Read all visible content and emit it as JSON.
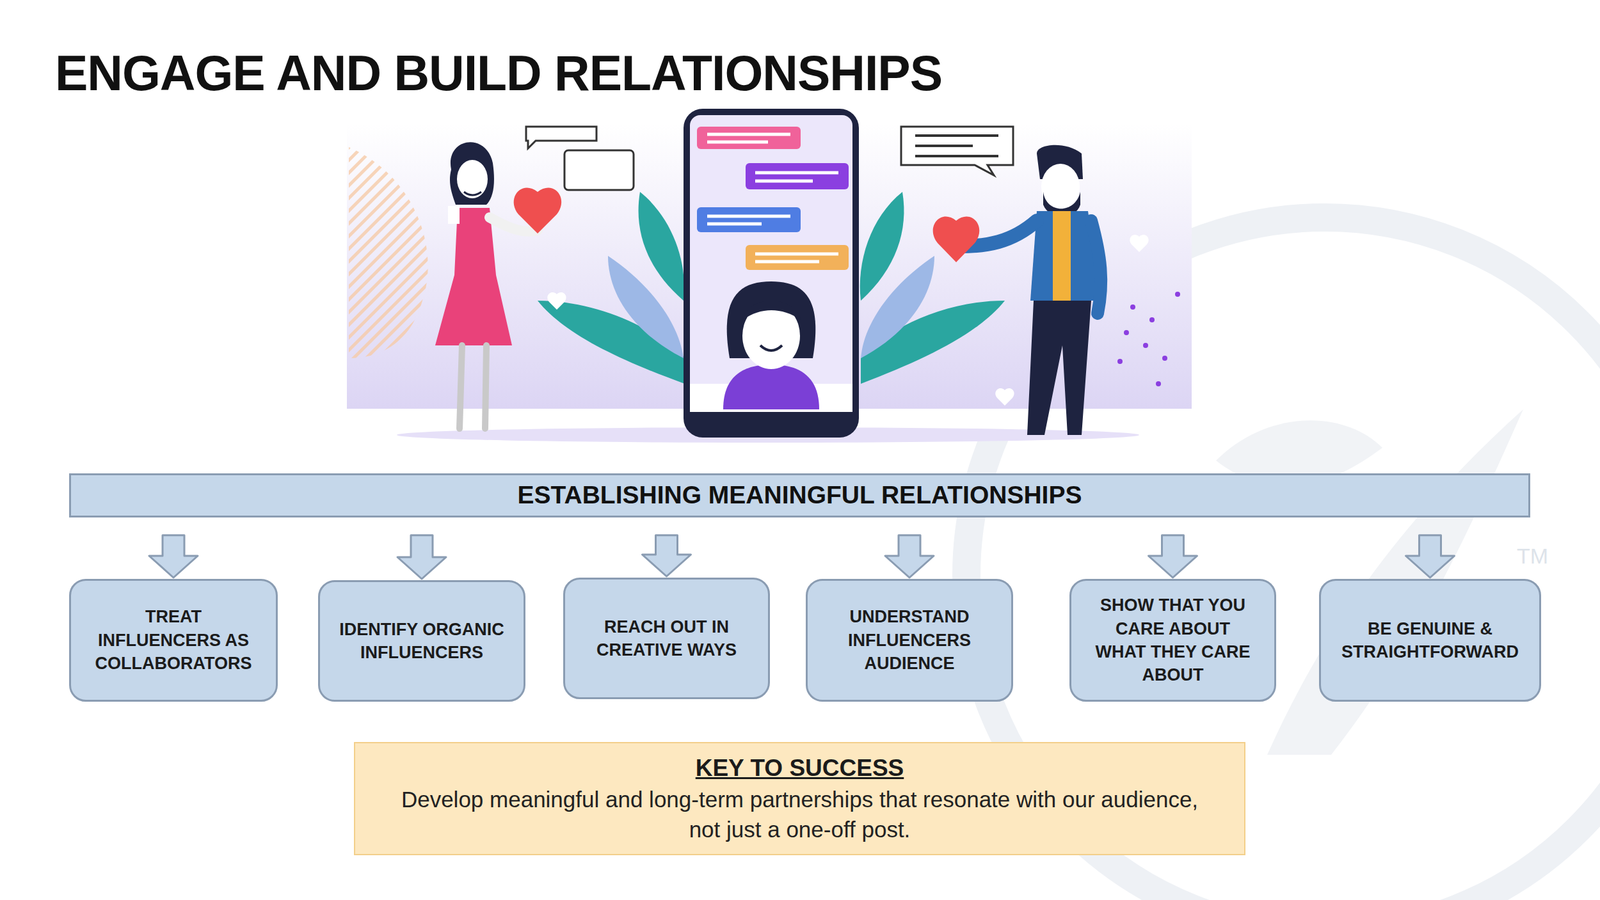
{
  "diagram": {
    "title": "ENGAGE AND BUILD RELATIONSHIPS",
    "nodes": [
      {
        "text": [
          "ESTABLISHING MEANINGFUL RELATIONSHIPS"
        ]
      },
      {
        "text": [
          "TREAT INFLUENCERS AS COLLABORATORS"
        ]
      },
      {
        "text": [
          "IDENTIFY ORGANIC INFLUENCERS"
        ]
      },
      {
        "text": [
          "REACH OUT IN CREATIVE WAYS"
        ]
      },
      {
        "text": [
          "UNDERSTAND INFLUENCERS AUDIENCE"
        ]
      },
      {
        "text": [
          "SHOW THAT YOU CARE ABOUT WHAT THEY CARE ABOUT"
        ]
      },
      {
        "text": [
          "BE GENUINE & STRAIGHTFORWARD"
        ]
      },
      {
        "text": [
          "KEY TO SUCCESS",
          "Develop meaningful and long-term partnerships that resonate with our audience, not just a one-off post."
        ]
      }
    ],
    "edges": [
      {
        "from": 0,
        "to": 1,
        "arrow": "to"
      },
      {
        "from": 0,
        "to": 2,
        "arrow": "to"
      },
      {
        "from": 0,
        "to": 3,
        "arrow": "to"
      },
      {
        "from": 0,
        "to": 4,
        "arrow": "to"
      },
      {
        "from": 0,
        "to": 5,
        "arrow": "to"
      },
      {
        "from": 0,
        "to": 6,
        "arrow": "to"
      }
    ],
    "labels": [
      "TM"
    ]
  }
}
